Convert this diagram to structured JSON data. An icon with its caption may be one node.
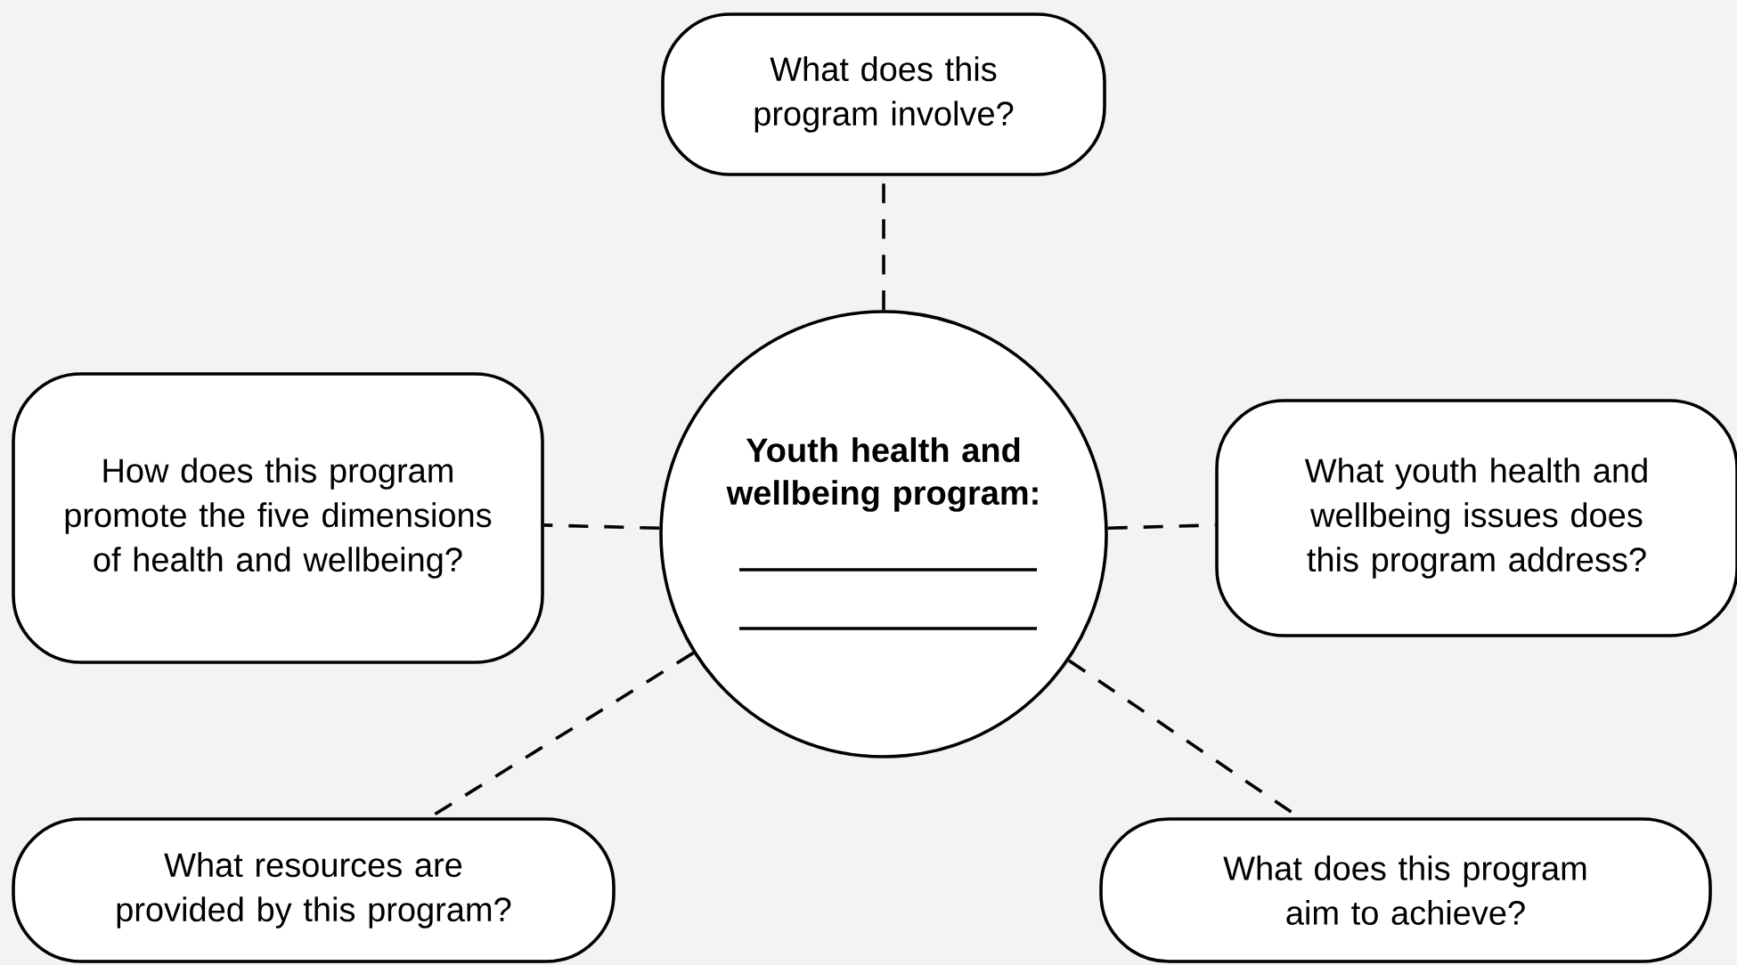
{
  "diagram": {
    "nodes": [
      {
        "text": [
          "Youth health and wellbeing program:"
        ]
      },
      {
        "text": [
          "What does this program involve?"
        ]
      },
      {
        "text": [
          "How does this program promote the five dimensions of health and wellbeing?"
        ]
      },
      {
        "text": [
          "What youth health and wellbeing issues does this program address?"
        ]
      },
      {
        "text": [
          "What resources are provided by this program?"
        ]
      },
      {
        "text": [
          "What does this program aim to achieve?"
        ]
      }
    ],
    "edges": [
      {
        "from": 0,
        "to": 1,
        "arrow": "none",
        "style": "dashed"
      },
      {
        "from": 0,
        "to": 2,
        "arrow": "none",
        "style": "dashed"
      },
      {
        "from": 0,
        "to": 3,
        "arrow": "none",
        "style": "dashed"
      },
      {
        "from": 0,
        "to": 4,
        "arrow": "none",
        "style": "dashed"
      },
      {
        "from": 0,
        "to": 5,
        "arrow": "none",
        "style": "dashed"
      }
    ]
  }
}
